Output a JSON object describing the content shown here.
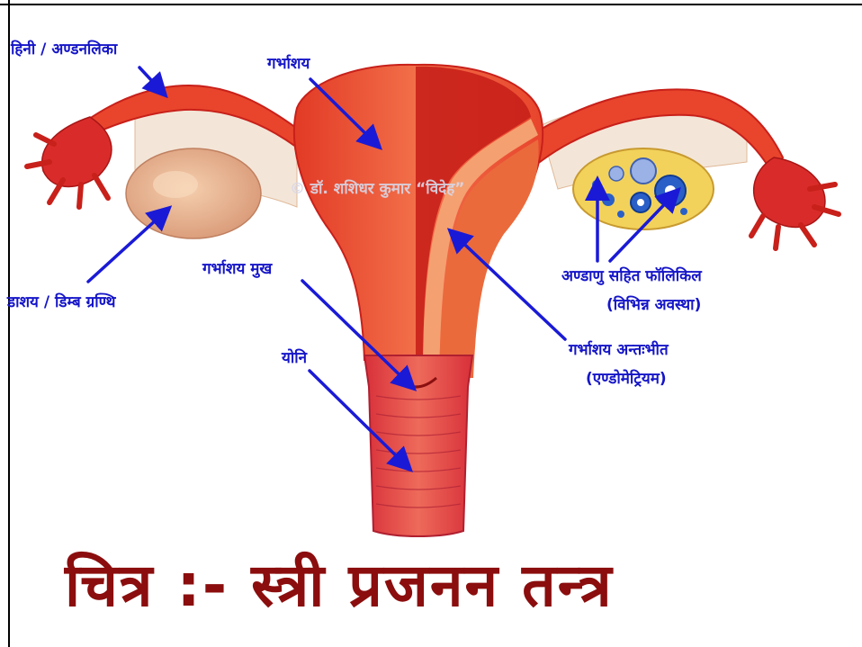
{
  "labels": {
    "fallopian_tube": "हिनी / अण्डनलिका",
    "uterus": "गर्भाशय",
    "ovary": "डाशय / डिम्ब ग्रण्थि",
    "cervix": "गर्भाशय मुख",
    "vagina": "योनि",
    "follicle_line1": "अण्डाणु सहित फॉलिकिल",
    "follicle_line2": "(विभिन्न अवस्था)",
    "endometrium_line1": "गर्भाशय अन्तःभीत",
    "endometrium_line2": "(एण्डोमेट्रियम)"
  },
  "watermark": "©   डॉ. शशिधर कुमार “विदेह”",
  "caption": "चित्र :- स्त्री प्रजनन तन्त्र",
  "colors": {
    "label": "#1515c8",
    "arrow": "#1a1ad6",
    "caption": "#8b0d0d",
    "tissue_outer": "#e8452c",
    "tissue_inner": "#c8201a",
    "tissue_light": "#f07a4a",
    "ovary": "#e9b896",
    "ligament": "#f3e6d8",
    "follicle_yellow": "#f2d25a",
    "follicle_blue": "#2a5fc8",
    "watermark": "#d8d8e8"
  }
}
